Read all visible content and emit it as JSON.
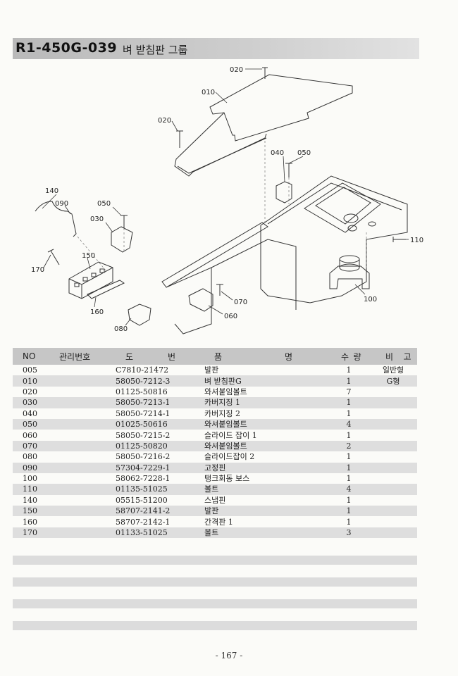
{
  "header": {
    "code": "R1-450G-039",
    "name": "벼 받침판 그룹"
  },
  "diagram": {
    "callouts": [
      "020",
      "010",
      "020",
      "040",
      "050",
      "140",
      "090",
      "050",
      "030",
      "110",
      "150",
      "170",
      "160",
      "070",
      "060",
      "080",
      "100"
    ]
  },
  "table": {
    "headers": {
      "no": "NO",
      "mgmt": "관리번호",
      "drawing": [
        "도",
        "번"
      ],
      "name": [
        "품",
        "명"
      ],
      "qty": [
        "수",
        "량"
      ],
      "remark": [
        "비",
        "고"
      ]
    },
    "rows": [
      {
        "no": "005",
        "drawing": "C7810-21472",
        "name": "발판",
        "qty": "1",
        "remark": "일반형"
      },
      {
        "no": "010",
        "drawing": "58050-7212-3",
        "name": "벼 받침판G",
        "qty": "1",
        "remark": "G형"
      },
      {
        "no": "020",
        "drawing": "01125-50816",
        "name": "와셔붙임볼트",
        "qty": "7",
        "remark": ""
      },
      {
        "no": "030",
        "drawing": "58050-7213-1",
        "name": "카버지징 1",
        "qty": "1",
        "remark": ""
      },
      {
        "no": "040",
        "drawing": "58050-7214-1",
        "name": "카버지징 2",
        "qty": "1",
        "remark": ""
      },
      {
        "no": "050",
        "drawing": "01025-50616",
        "name": "와셔붙임볼트",
        "qty": "4",
        "remark": ""
      },
      {
        "no": "060",
        "drawing": "58050-7215-2",
        "name": "슬라이드 잡이 1",
        "qty": "1",
        "remark": ""
      },
      {
        "no": "070",
        "drawing": "01125-50820",
        "name": "와셔붙임볼트",
        "qty": "2",
        "remark": ""
      },
      {
        "no": "080",
        "drawing": "58050-7216-2",
        "name": "슬라이드잡이 2",
        "qty": "1",
        "remark": ""
      },
      {
        "no": "090",
        "drawing": "57304-7229-1",
        "name": "고정핀",
        "qty": "1",
        "remark": ""
      },
      {
        "no": "100",
        "drawing": "58062-7228-1",
        "name": "탱크회동 보스",
        "qty": "1",
        "remark": ""
      },
      {
        "no": "110",
        "drawing": "01135-51025",
        "name": "볼트",
        "qty": "4",
        "remark": ""
      },
      {
        "no": "140",
        "drawing": "05515-51200",
        "name": "스냅핀",
        "qty": "1",
        "remark": ""
      },
      {
        "no": "150",
        "drawing": "58707-2141-2",
        "name": "발판",
        "qty": "1",
        "remark": ""
      },
      {
        "no": "160",
        "drawing": "58707-2142-1",
        "name": "간격판 1",
        "qty": "1",
        "remark": ""
      },
      {
        "no": "170",
        "drawing": "01133-51025",
        "name": "볼트",
        "qty": "3",
        "remark": ""
      }
    ]
  },
  "footer": {
    "page": "- 167 -"
  }
}
